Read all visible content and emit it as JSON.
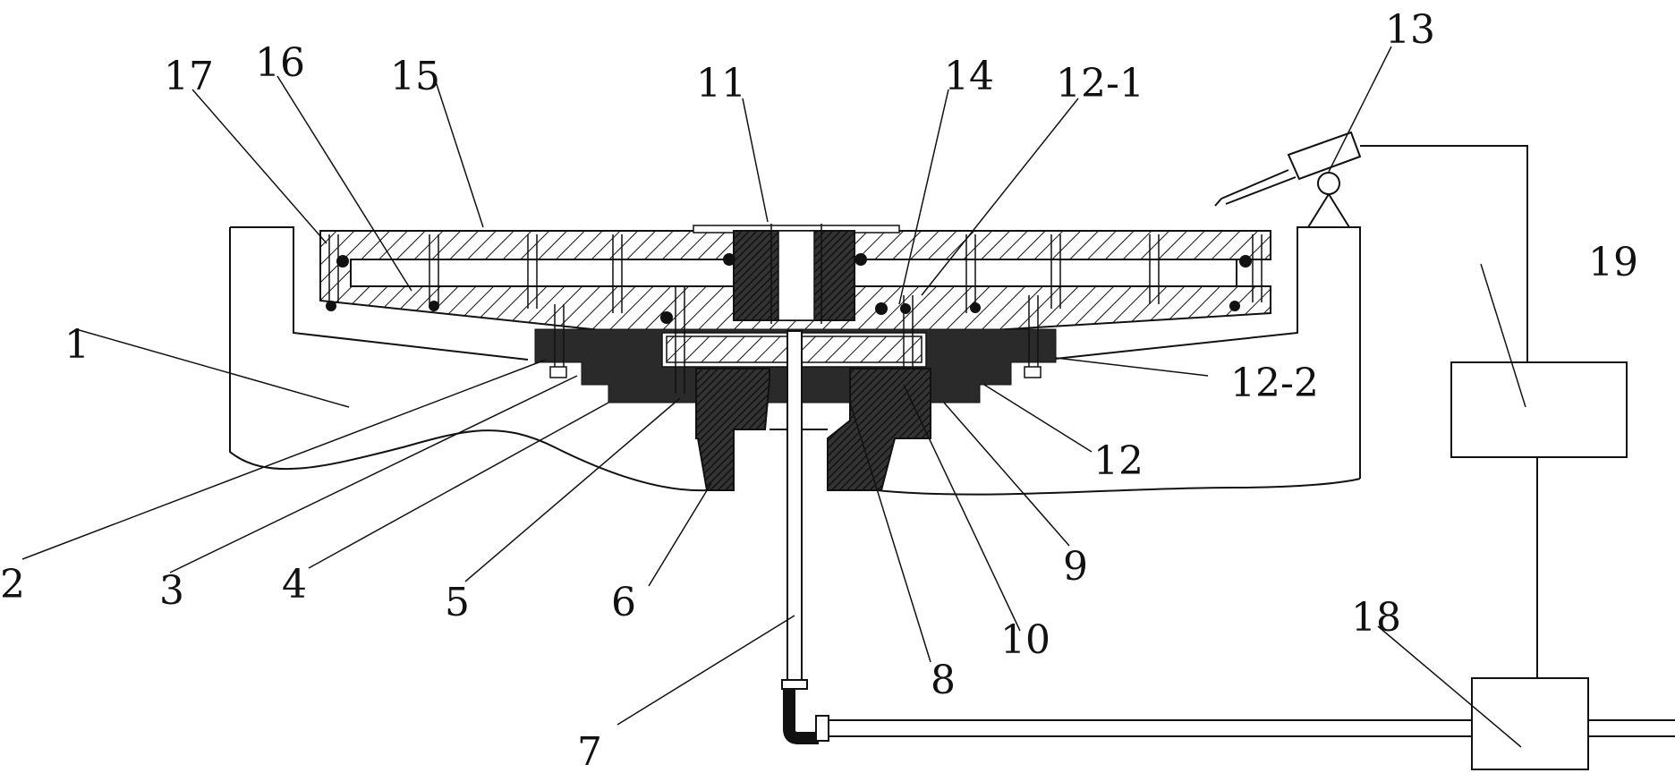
{
  "labels": {
    "l1": "1",
    "l2": "2",
    "l3": "3",
    "l4": "4",
    "l5": "5",
    "l6": "6",
    "l7": "7",
    "l8": "8",
    "l9": "9",
    "l10": "10",
    "l11": "11",
    "l12": "12",
    "l12_1": "12-1",
    "l12_2": "12-2",
    "l13": "13",
    "l14": "14",
    "l15": "15",
    "l16": "16",
    "l17": "17",
    "l18": "18",
    "l19": "19"
  }
}
